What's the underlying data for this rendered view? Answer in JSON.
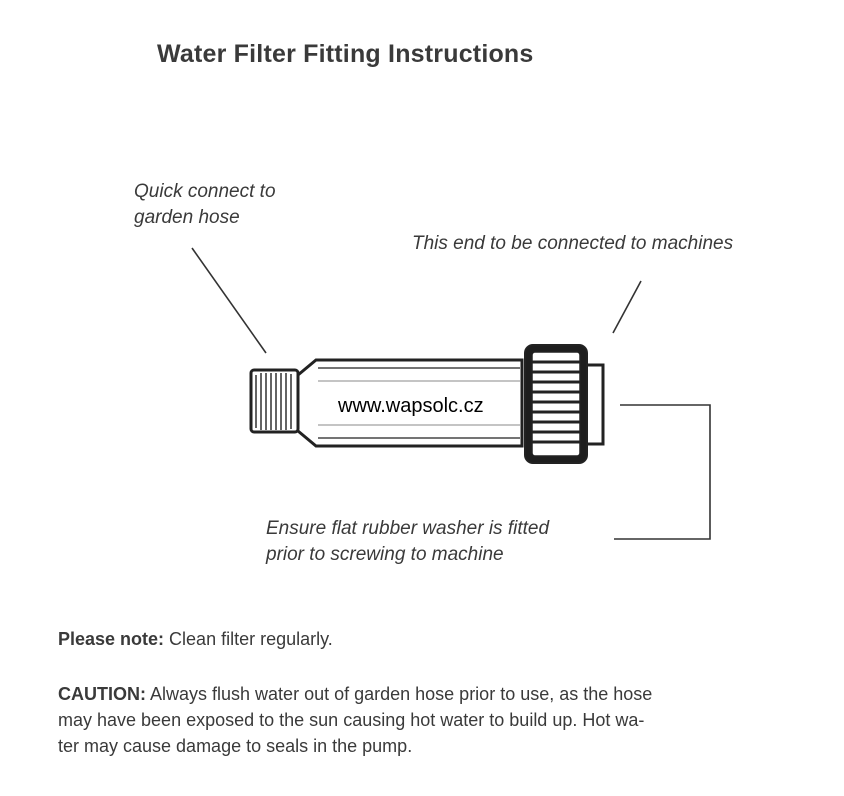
{
  "title": "Water Filter Fitting Instructions",
  "callouts": {
    "hose_line1": "Quick connect to",
    "hose_line2": "garden hose",
    "machine_end": "This end to be connected to machines",
    "washer_line1": "Ensure flat rubber washer is fitted",
    "washer_line2": "prior to screwing to machine"
  },
  "watermark": "www.wapsolc.cz",
  "notes": {
    "note_label": "Please note:",
    "note_text": " Clean filter regularly.",
    "caution_label": "CAUTION:",
    "caution_line1": " Always flush water out of garden hose prior to use, as the hose",
    "caution_line2": "may have been exposed to the sun causing hot water to build up. Hot wa-",
    "caution_line3": "ter may cause damage to seals in the pump."
  }
}
